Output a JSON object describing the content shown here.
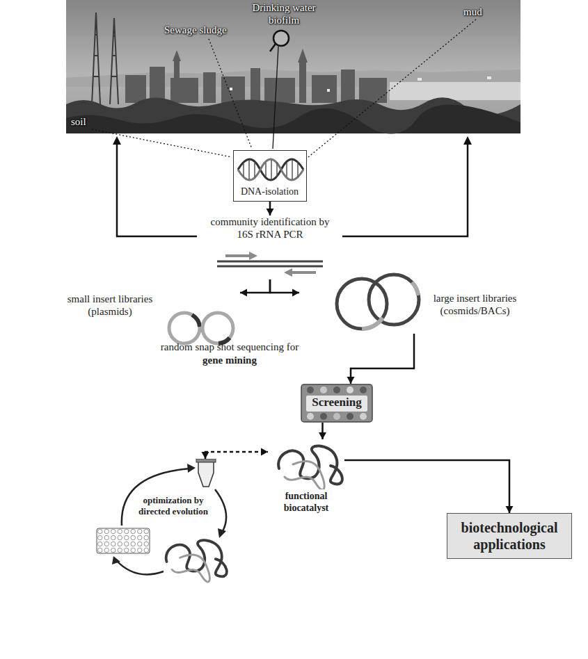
{
  "diagram": {
    "nodes": [
      {
        "text": [
          "DNA-isolation"
        ]
      },
      {
        "text": [
          "community identification by 16S rRNA PCR"
        ]
      },
      {
        "text": [
          "small insert libraries (plasmids)"
        ]
      },
      {
        "text": [
          "large insert libraries (cosmids/BACs)"
        ]
      },
      {
        "text": [
          "Screening"
        ]
      },
      {
        "text": [
          "functional biocatalyst"
        ]
      },
      {
        "text": [
          "optimization by directed evolution"
        ]
      },
      {
        "text": [
          "biotechnological applications"
        ]
      }
    ],
    "edges": [
      {
        "from": 0,
        "to": 1,
        "arrow": "to"
      },
      {
        "from": 1,
        "to": 2,
        "arrow": "to"
      },
      {
        "from": 1,
        "to": 3,
        "arrow": "to"
      },
      {
        "from": 3,
        "to": 4,
        "arrow": "to"
      },
      {
        "from": 4,
        "to": 5,
        "arrow": "to"
      },
      {
        "from": 5,
        "to": 7,
        "arrow": "to"
      },
      {
        "from": 6,
        "to": 5,
        "arrow": "both"
      }
    ],
    "labels": [
      "soil",
      "Sewage sludge",
      "Drinking water biofilm",
      "mud",
      "random snap shot sequencing for",
      "gene mining"
    ]
  }
}
